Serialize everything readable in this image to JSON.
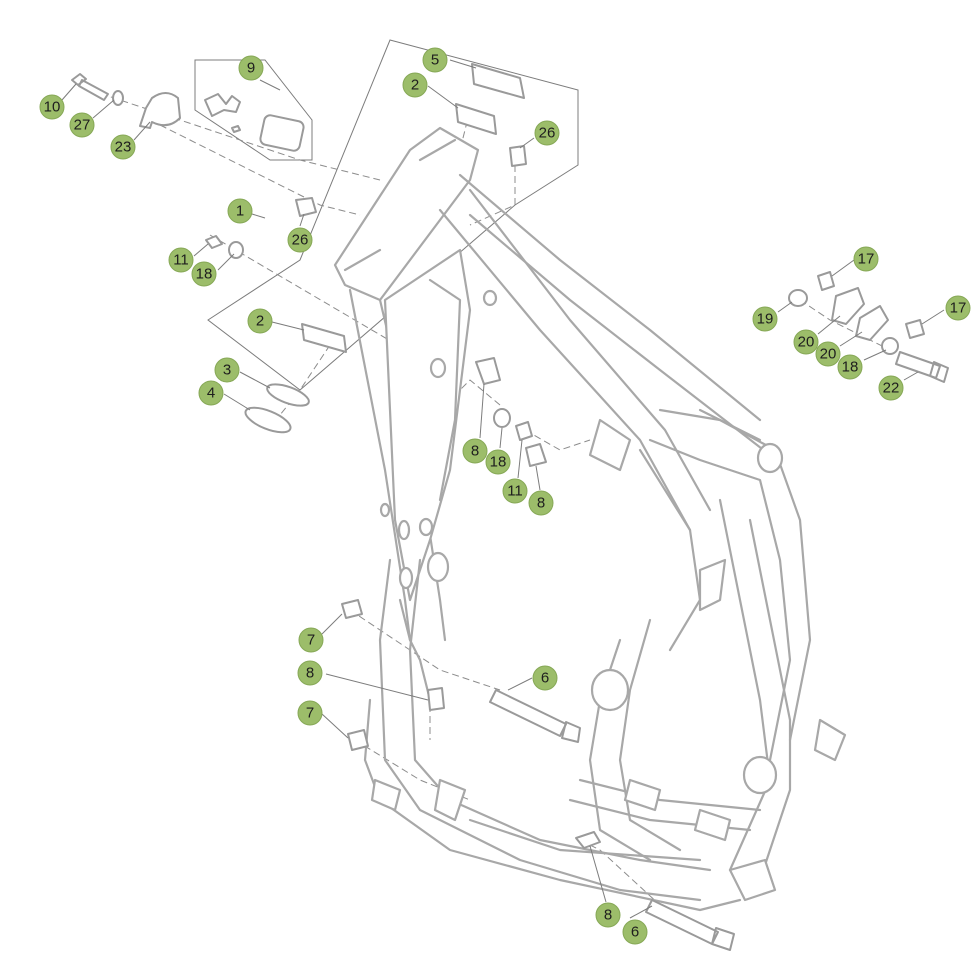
{
  "diagram": {
    "callouts": [
      {
        "id": "c1",
        "label": "1"
      },
      {
        "id": "c2a",
        "label": "2"
      },
      {
        "id": "c2b",
        "label": "2"
      },
      {
        "id": "c3",
        "label": "3"
      },
      {
        "id": "c4",
        "label": "4"
      },
      {
        "id": "c5",
        "label": "5"
      },
      {
        "id": "c6a",
        "label": "6"
      },
      {
        "id": "c6b",
        "label": "6"
      },
      {
        "id": "c7a",
        "label": "7"
      },
      {
        "id": "c7b",
        "label": "7"
      },
      {
        "id": "c8a",
        "label": "8"
      },
      {
        "id": "c8b",
        "label": "8"
      },
      {
        "id": "c8c",
        "label": "8"
      },
      {
        "id": "c8d",
        "label": "8"
      },
      {
        "id": "c9",
        "label": "9"
      },
      {
        "id": "c10",
        "label": "10"
      },
      {
        "id": "c11a",
        "label": "11"
      },
      {
        "id": "c11b",
        "label": "11"
      },
      {
        "id": "c17a",
        "label": "17"
      },
      {
        "id": "c17b",
        "label": "17"
      },
      {
        "id": "c18a",
        "label": "18"
      },
      {
        "id": "c18b",
        "label": "18"
      },
      {
        "id": "c18c",
        "label": "18"
      },
      {
        "id": "c19",
        "label": "19"
      },
      {
        "id": "c20a",
        "label": "20"
      },
      {
        "id": "c20b",
        "label": "20"
      },
      {
        "id": "c22",
        "label": "22"
      },
      {
        "id": "c23",
        "label": "23"
      },
      {
        "id": "c26a",
        "label": "26"
      },
      {
        "id": "c26b",
        "label": "26"
      },
      {
        "id": "c27",
        "label": "27"
      }
    ],
    "colors": {
      "callout_fill": "#9cbd6a",
      "callout_text": "#1e1e1e",
      "line": "#a8a8a8"
    }
  }
}
